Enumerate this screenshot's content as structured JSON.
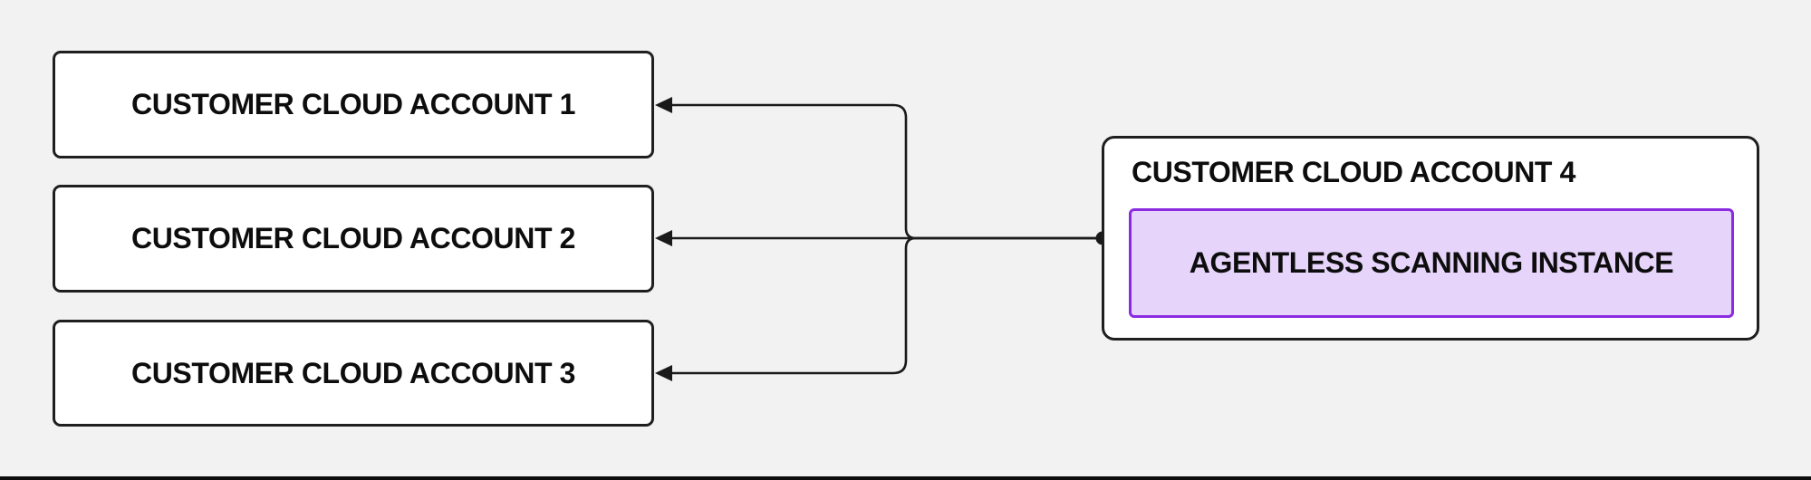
{
  "diagram": {
    "type": "architecture-diagram",
    "colors": {
      "background": "#f2f2f2",
      "node_fill": "#ffffff",
      "node_border": "#1f1f1f",
      "connector": "#1a1a1a",
      "scanner_fill": "#e6d4fa",
      "scanner_border": "#8a2be2",
      "text": "#0d0d0d",
      "bottom_edge": "#0d0d0d"
    },
    "nodes": {
      "account1": {
        "label": "CUSTOMER CLOUD ACCOUNT 1"
      },
      "account2": {
        "label": "CUSTOMER CLOUD ACCOUNT 2"
      },
      "account3": {
        "label": "CUSTOMER CLOUD ACCOUNT 3"
      },
      "account4": {
        "label": "CUSTOMER CLOUD ACCOUNT 4"
      },
      "scanner": {
        "label": "AGENTLESS SCANNING INSTANCE",
        "parent": "CUSTOMER CLOUD ACCOUNT 4"
      }
    },
    "edges": [
      {
        "from": "account4",
        "to": "account1",
        "style": "orthogonal",
        "arrow": "target",
        "source_marker": "dot"
      },
      {
        "from": "account4",
        "to": "account2",
        "style": "straight",
        "arrow": "target",
        "source_marker": "dot"
      },
      {
        "from": "account4",
        "to": "account3",
        "style": "orthogonal",
        "arrow": "target",
        "source_marker": "dot"
      }
    ]
  }
}
